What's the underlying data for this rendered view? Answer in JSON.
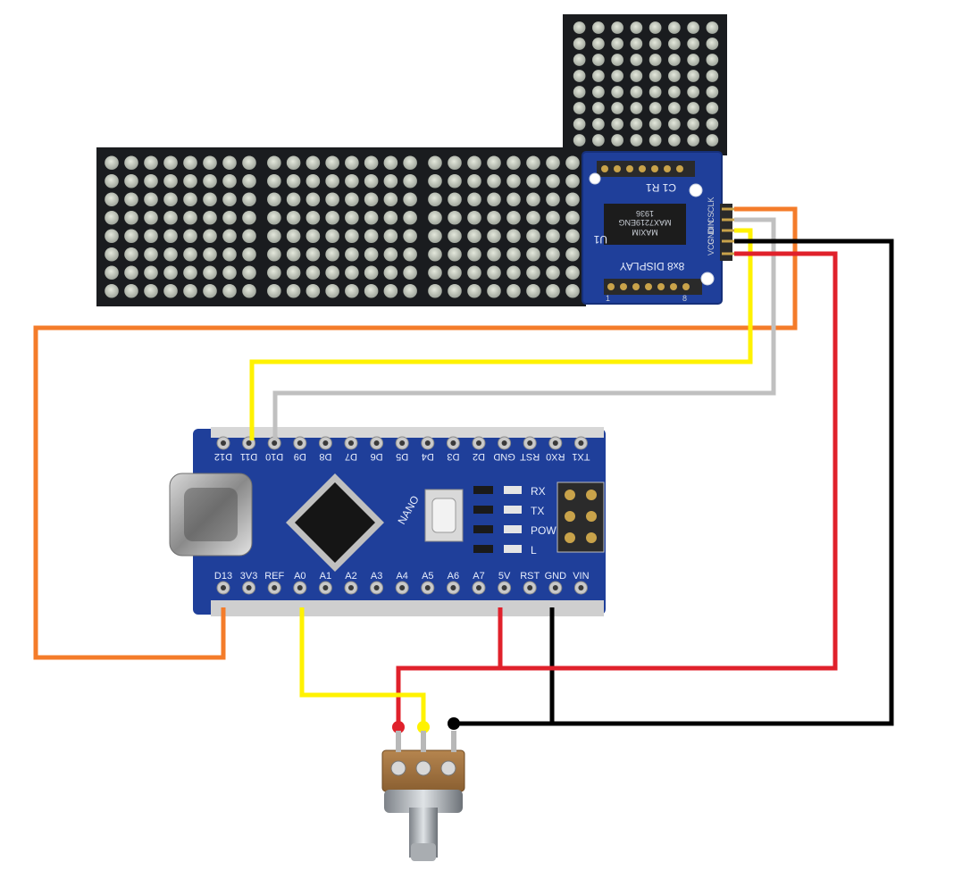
{
  "colors": {
    "wire_orange": "#f47c2a",
    "wire_yellow": "#fff200",
    "wire_gray": "#c0c0c0",
    "wire_red": "#e0212b",
    "wire_black": "#000000",
    "pcb_blue": "#1f3f9a",
    "led_off": "#bfc4b8",
    "matrix_body": "#1a1c1f"
  },
  "matrix_module": {
    "chip_brand": "MAXIM",
    "chip_part": "MAX7219ENG",
    "chip_code": "1936",
    "silk_label": "8x8 DISPLAY",
    "silk_u1": "U1",
    "silk_c1r1": "C1 R1",
    "silk_pin1": "1",
    "silk_pin8": "8",
    "pin_labels": [
      "VCC",
      "GND",
      "DIN",
      "CS",
      "CLK"
    ]
  },
  "nano": {
    "board_label": "NANO",
    "top_pins": [
      "D12",
      "D11",
      "D10",
      "D9",
      "D8",
      "D7",
      "D6",
      "D5",
      "D4",
      "D3",
      "D2",
      "GND",
      "RST",
      "RX0",
      "TX1"
    ],
    "bottom_pins": [
      "D13",
      "3V3",
      "REF",
      "A0",
      "A1",
      "A2",
      "A3",
      "A4",
      "A5",
      "A6",
      "A7",
      "5V",
      "RST",
      "GND",
      "VIN"
    ],
    "led_labels": [
      "RX",
      "TX",
      "POW",
      "L"
    ]
  },
  "icons": {
    "usb": "usb-c-connector-icon",
    "potentiometer": "potentiometer-icon",
    "mcu": "microcontroller-chip-icon"
  }
}
